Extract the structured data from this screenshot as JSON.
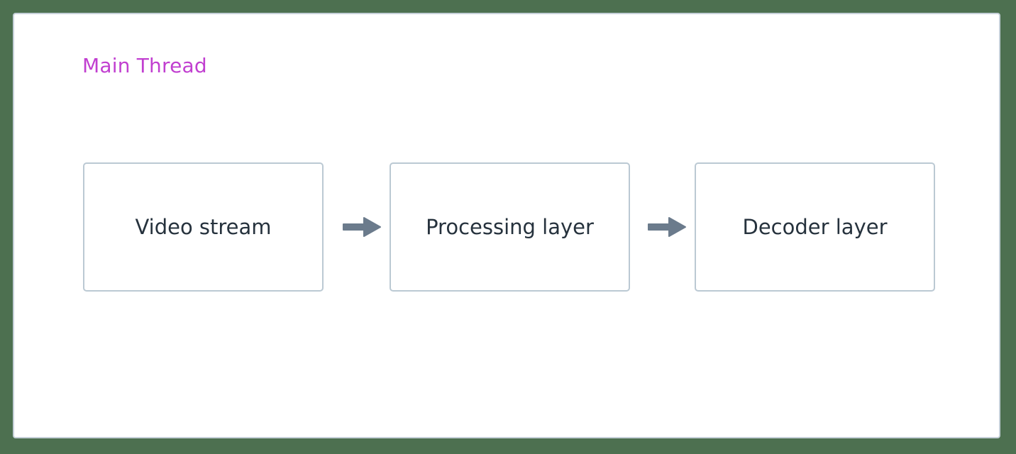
{
  "canvas": {
    "background_color": "#4d7050",
    "panel_background": "#ffffff",
    "panel_border_color": "#c5d0d8"
  },
  "diagram": {
    "type": "flowchart",
    "direction": "left-to-right",
    "cluster": {
      "label": "Main Thread",
      "label_color": "#c13fd0"
    },
    "node_style": {
      "border_color": "#bbc9d3",
      "fill_color": "#ffffff",
      "text_color": "#26323d"
    },
    "edge_style": {
      "color": "#6b7b8c",
      "arrow_head": "filled-triangle"
    },
    "nodes": [
      {
        "id": "video-stream",
        "label": "Video stream"
      },
      {
        "id": "processing-layer",
        "label": "Processing layer"
      },
      {
        "id": "decoder-layer",
        "label": "Decoder layer"
      }
    ],
    "edges": [
      {
        "id": "edge-video-to-processing",
        "from": "video-stream",
        "to": "processing-layer",
        "label": ""
      },
      {
        "id": "edge-processing-to-decoder",
        "from": "processing-layer",
        "to": "decoder-layer",
        "label": ""
      }
    ]
  }
}
